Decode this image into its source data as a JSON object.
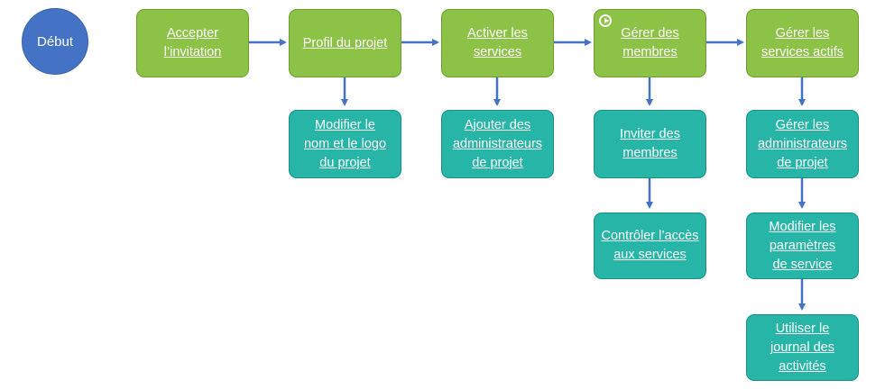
{
  "start": {
    "label": "Début"
  },
  "steps": {
    "accept_invitation": "Accepter \nl’invitation",
    "project_profile": "Profil du projet",
    "activate_services": "Activer les\nservices",
    "manage_members": "Gérer des\nmembres",
    "manage_active_services": "Gérer les\nservices actifs"
  },
  "substeps": {
    "edit_name_logo": "Modifier le\nnom et le logo\ndu projet",
    "add_admins": "Ajouter des\nadministrateurs\nde projet",
    "invite_members": "Inviter des\nmembres",
    "control_access": "Contrôler l’accès\naux services",
    "manage_admins": "Gérer les\nadministrateurs\nde projet",
    "edit_service_settings": "Modifier les\nparamètres\nde service",
    "use_activity_log": "Utiliser le\njournal des\nactivités"
  },
  "icons": {
    "current_step": "play-circle-icon"
  },
  "colors": {
    "start": "#4472c4",
    "primary_step": "#8cc245",
    "sub_step": "#26b5a6",
    "connector": "#4472c4"
  }
}
